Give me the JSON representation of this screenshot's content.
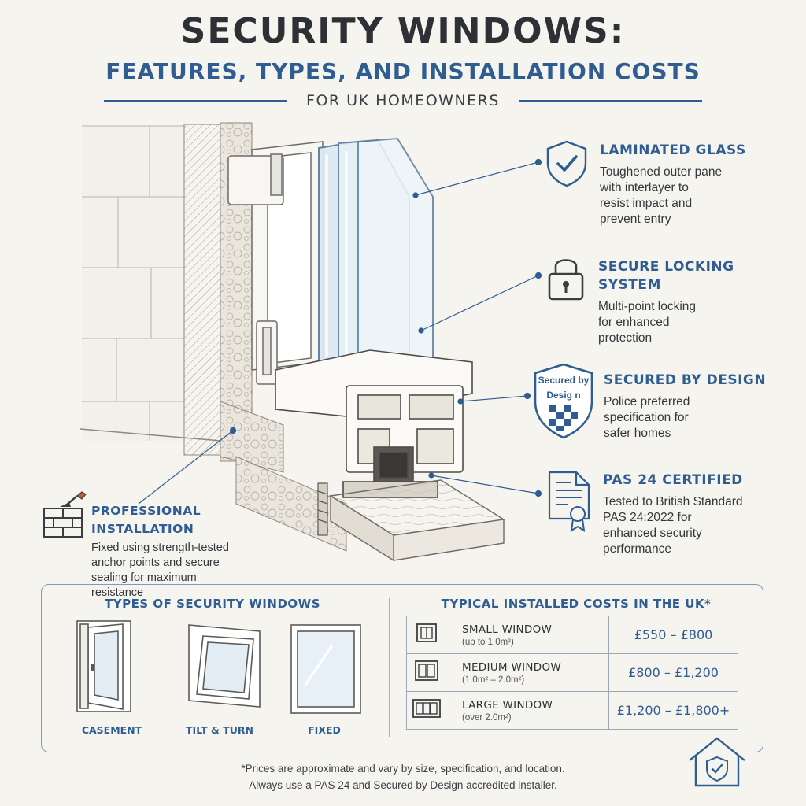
{
  "header": {
    "title": "SECURITY WINDOWS:",
    "subtitle": "FEATURES, TYPES, AND INSTALLATION COSTS",
    "tagline": "FOR UK HOMEOWNERS"
  },
  "colors": {
    "accent": "#2f5d92",
    "background": "#f6f4ee",
    "text": "#2d3135"
  },
  "features": [
    {
      "icon": "shield-check-icon",
      "title": [
        "LAMINATED GLASS"
      ],
      "desc": [
        "Toughened outer pane",
        "with interlayer to",
        "resist impact and",
        "prevent entry"
      ]
    },
    {
      "icon": "padlock-icon",
      "title": [
        "SECURE LOCKING",
        "SYSTEM"
      ],
      "desc": [
        "Multi-point locking",
        "for enhanced",
        "protection"
      ]
    },
    {
      "icon": "secured-by-design-badge",
      "badge_lines": [
        "Secured by",
        "Desig n"
      ],
      "title": [
        "SECURED BY DESIGN"
      ],
      "desc": [
        "Police preferred",
        "specification for",
        "safer homes"
      ]
    },
    {
      "icon": "certificate-icon",
      "title": [
        "PAS 24 CERTIFIED"
      ],
      "desc": [
        "Tested to British Standard",
        "PAS 24:2022 for",
        "enhanced security",
        "performance"
      ]
    },
    {
      "icon": "bricks-trowel-icon",
      "title": [
        "PROFESSIONAL INSTALLATION"
      ],
      "desc": [
        "Fixed using strength-tested",
        "anchor points and secure",
        "sealing for maximum",
        "resistance"
      ]
    }
  ],
  "types": {
    "heading": "TYPES OF SECURITY WINDOWS",
    "items": [
      {
        "label": "CASEMENT",
        "icon": "casement-window-icon"
      },
      {
        "label": "TILT & TURN",
        "icon": "tilt-turn-window-icon"
      },
      {
        "label": "FIXED",
        "icon": "fixed-window-icon"
      }
    ]
  },
  "costs": {
    "heading": "TYPICAL INSTALLED COSTS IN THE UK*",
    "rows": [
      {
        "label": "SMALL WINDOW",
        "size": "(up to 1.0m²)",
        "price": "£550 – £800",
        "icon": "small-window-icon"
      },
      {
        "label": "MEDIUM WINDOW",
        "size": "(1.0m² – 2.0m²)",
        "price": "£800 – £1,200",
        "icon": "medium-window-icon"
      },
      {
        "label": "LARGE WINDOW",
        "size": "(over 2.0m²)",
        "price": "£1,200 – £1,800+",
        "icon": "large-window-icon"
      }
    ]
  },
  "footnote": [
    "*Prices are approximate and vary by size, specification, and location.",
    "Always use a PAS 24 and Secured by Design accredited installer."
  ]
}
